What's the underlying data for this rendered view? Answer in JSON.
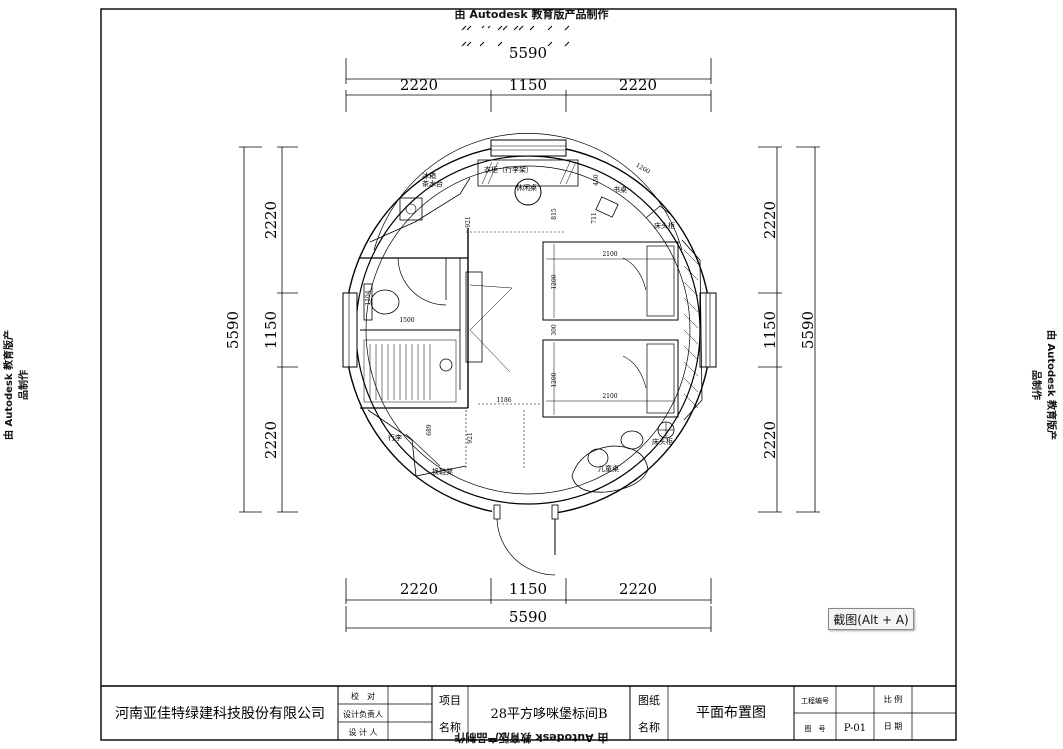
{
  "watermark": {
    "text": "由 Autodesk 教育版产品制作"
  },
  "dimensions": {
    "total": "5590",
    "side": "2220",
    "middle": "1150"
  },
  "room_labels": {
    "fridge_tea": "冰箱\n茶水台",
    "cabinet": "衣柜（行李架）",
    "tea_table": "休闲桌",
    "desk": "书桌",
    "nightstand_top": "床头柜",
    "nightstand_bottom": "床头柜",
    "kids_table": "儿童桌",
    "luggage": "行李",
    "shoe_bench": "换鞋凳"
  },
  "inner_dims": {
    "bed_length": "2100",
    "bed_width": "1200",
    "gap": "300",
    "bath": "1500",
    "corridor": "1186",
    "d921": "921",
    "d815": "815",
    "d450": "450",
    "d689": "689",
    "d711": "711",
    "d1104": "1104",
    "d1200a": "1200"
  },
  "title_block": {
    "company": "河南亚佳特绿建科技股份有限公司",
    "check": "校　对",
    "designer_lead": "设计负责人",
    "designer": "设 计 人",
    "project_label_1": "项目",
    "project_label_2": "名称",
    "project_name": "28平方哆咪堡标间B",
    "drawing_label_1": "图纸",
    "drawing_label_2": "名称",
    "drawing_name": "平面布置图",
    "project_no_label": "工程编号",
    "drawing_no_label": "图　号",
    "drawing_no": "P-01",
    "scale_label": "比 例",
    "date_label": "日 期"
  },
  "screenshot_button": "截图(Alt + A)"
}
